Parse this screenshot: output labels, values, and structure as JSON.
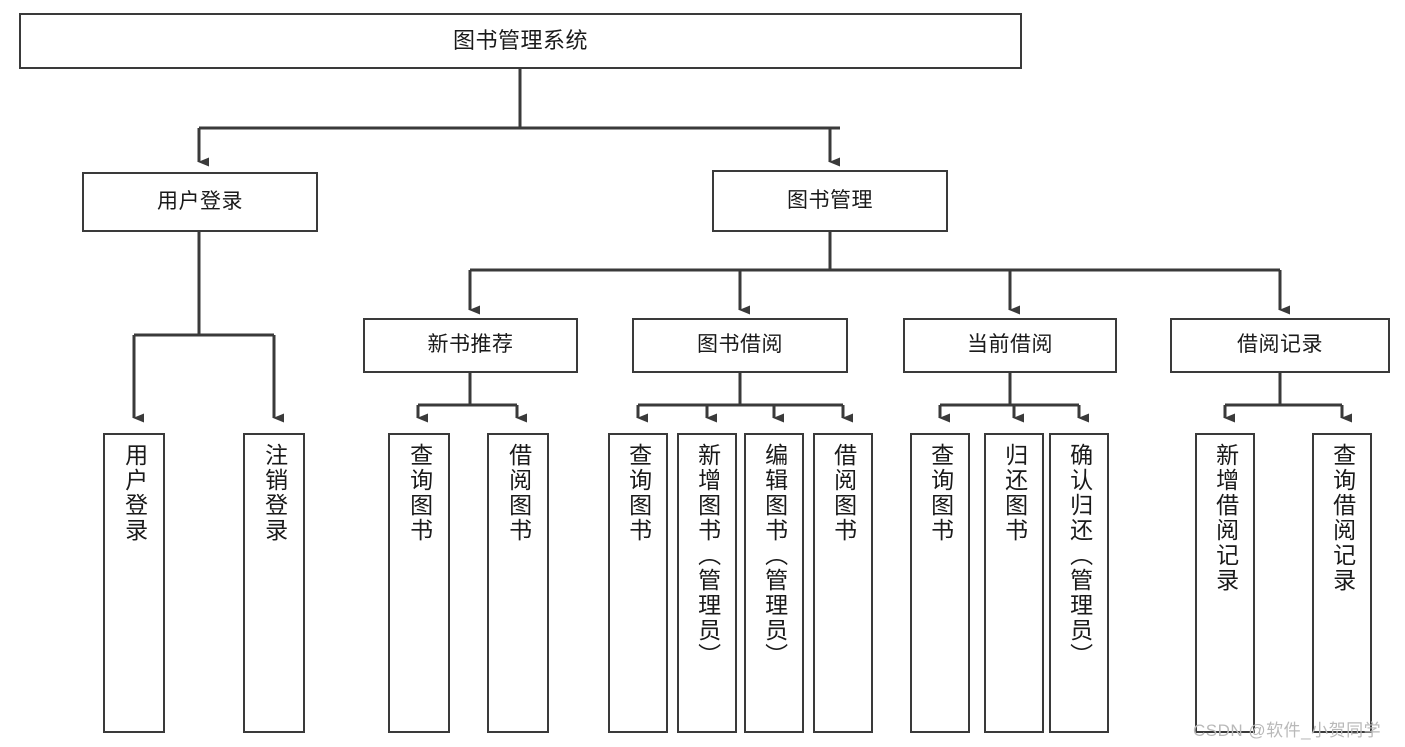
{
  "diagram": {
    "title": "图书管理系统",
    "type": "tree-hierarchy-diagram",
    "background_color": "#ffffff",
    "line_color": "#3a3a3a",
    "text_color": "#1a1a1a",
    "nodes": {
      "root": {
        "label": "图书管理系统"
      },
      "level1": [
        {
          "id": "user-login",
          "label": "用户登录"
        },
        {
          "id": "book-management",
          "label": "图书管理"
        }
      ],
      "level2": [
        {
          "id": "new-book-recommend",
          "label": "新书推荐"
        },
        {
          "id": "book-borrow",
          "label": "图书借阅"
        },
        {
          "id": "current-borrow",
          "label": "当前借阅"
        },
        {
          "id": "borrow-record",
          "label": "借阅记录"
        }
      ],
      "leaves": {
        "user-login": [
          {
            "id": "leaf-user-login",
            "label": "用户登录"
          },
          {
            "id": "leaf-logout-login",
            "label": "注销登录"
          }
        ],
        "new-book-recommend": [
          {
            "id": "leaf-query-book-1",
            "label": "查询图书"
          },
          {
            "id": "leaf-borrow-book-1",
            "label": "借阅图书"
          }
        ],
        "book-borrow": [
          {
            "id": "leaf-query-book-2",
            "label": "查询图书"
          },
          {
            "id": "leaf-add-book-admin",
            "label": "新增图书（管理员）"
          },
          {
            "id": "leaf-edit-book-admin",
            "label": "编辑图书（管理员）"
          },
          {
            "id": "leaf-borrow-book-2",
            "label": "借阅图书"
          }
        ],
        "current-borrow": [
          {
            "id": "leaf-query-book-3",
            "label": "查询图书"
          },
          {
            "id": "leaf-return-book",
            "label": "归还图书"
          },
          {
            "id": "leaf-confirm-return-admin",
            "label": "确认归还（管理员）"
          }
        ],
        "borrow-record": [
          {
            "id": "leaf-add-borrow-record",
            "label": "新增借阅记录"
          },
          {
            "id": "leaf-query-borrow-record",
            "label": "查询借阅记录"
          }
        ]
      }
    },
    "watermark": "CSDN @软件_小贺同学"
  }
}
